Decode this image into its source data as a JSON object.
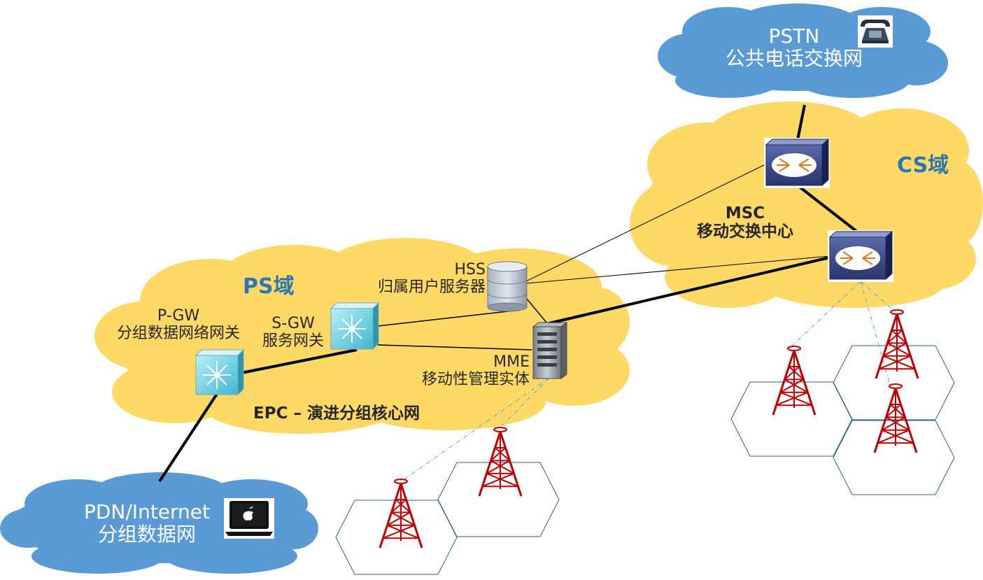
{
  "domains": {
    "ps": "PS域",
    "cs": "CS域"
  },
  "clouds": {
    "pstn": {
      "line1": "PSTN",
      "line2": "公共电话交换网",
      "icon": "telephone-icon"
    },
    "pdn": {
      "line1": "PDN/Internet",
      "line2": "分组数据网",
      "icon": "laptop-icon"
    }
  },
  "nodes": {
    "pgw": {
      "line1": "P-GW",
      "line2": "分组数据网络网关",
      "icon": "multilayer-switch-icon"
    },
    "sgw": {
      "line1": "S-GW",
      "line2": "服务网关",
      "icon": "multilayer-switch-icon"
    },
    "hss": {
      "line1": "HSS",
      "line2": "归属用户服务器",
      "icon": "database-icon"
    },
    "mme": {
      "line1": "MME",
      "line2": "移动性管理实体",
      "icon": "server-icon"
    },
    "msc": {
      "line1": "MSC",
      "line2": "移动交换中心",
      "icon": "switch-icon"
    }
  },
  "epc_label": "EPC – 演进分组核心网",
  "colors": {
    "cloud_blue": "#5b9bd5",
    "cloud_yellow": "#ffd966",
    "domain_text": "#2e75b6",
    "tower_red": "#c00000",
    "radio_link": "#4bacc6",
    "cell_outline": "#2e5f8a"
  }
}
